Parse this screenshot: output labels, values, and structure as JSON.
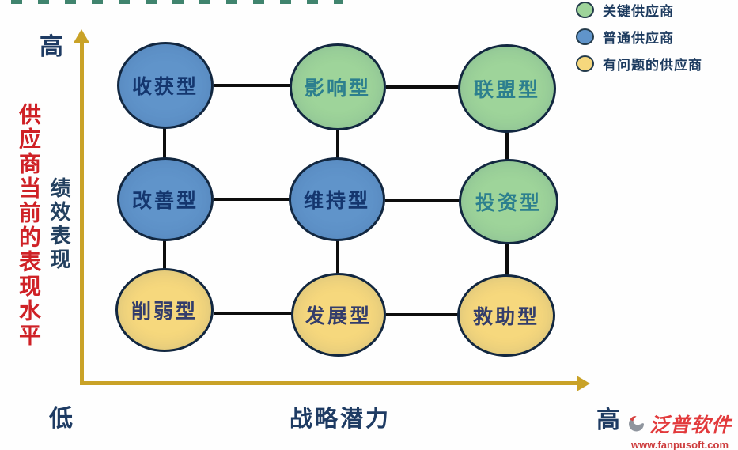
{
  "legend": {
    "items": [
      {
        "label": "关键供应商",
        "color": "#9ed49a"
      },
      {
        "label": "普通供应商",
        "color": "#6094ca"
      },
      {
        "label": "有问题的供应商",
        "color": "#f6d87d"
      }
    ]
  },
  "axes": {
    "axis_color": "#c9a227",
    "y_axis_top_label": "高",
    "y_axis_bottom_label": "低",
    "x_axis_right_label": "高",
    "x_axis_title": "战略潜力",
    "y_axis_title_primary": "供应商当前的表现水平",
    "y_axis_title_secondary": "绩效表现"
  },
  "matrix": {
    "cells": [
      {
        "label": "收获型",
        "category": "普通供应商",
        "color": "#6094ca"
      },
      {
        "label": "影响型",
        "category": "关键供应商",
        "color": "#9ed49a"
      },
      {
        "label": "联盟型",
        "category": "关键供应商",
        "color": "#9ed49a"
      },
      {
        "label": "改善型",
        "category": "普通供应商",
        "color": "#6094ca"
      },
      {
        "label": "维持型",
        "category": "普通供应商",
        "color": "#6094ca"
      },
      {
        "label": "投资型",
        "category": "关键供应商",
        "color": "#9ed49a"
      },
      {
        "label": "削弱型",
        "category": "有问题的供应商",
        "color": "#f6d87d"
      },
      {
        "label": "发展型",
        "category": "有问题的供应商",
        "color": "#f6d87d"
      },
      {
        "label": "救助型",
        "category": "有问题的供应商",
        "color": "#f6d87d"
      }
    ]
  },
  "watermark": {
    "brand": "泛普软件",
    "url": "www.fanpusoft.com"
  }
}
